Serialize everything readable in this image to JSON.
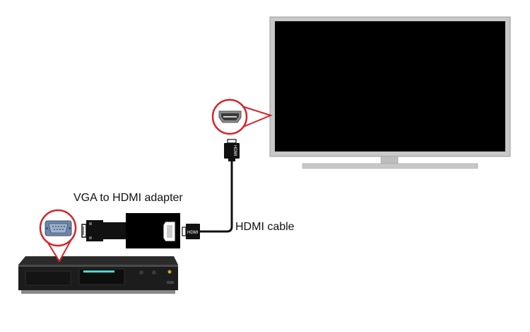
{
  "labels": {
    "adapter": "VGA to HDMI adapter",
    "cable": "HDMI cable",
    "hdmi_plug_top": "HDMI",
    "hdmi_plug_side": "HDMI"
  },
  "devices": {
    "tv": {
      "screen_color": "#000000",
      "bezel_color": "#c8c8c8"
    },
    "adapter": {
      "body_color": "#000000"
    },
    "set_top_box": {
      "body_color": "#1f1f1f",
      "led_color": "#4fd6c8"
    }
  },
  "callouts": {
    "tv_port": {
      "port": "hdmi-port",
      "accent": "#d0262b"
    },
    "box_port": {
      "port": "vga-port",
      "accent": "#d0262b"
    }
  },
  "icons": [
    "hdmi-port-icon",
    "vga-port-icon",
    "hdmi-plug-icon",
    "vga-plug-icon"
  ]
}
